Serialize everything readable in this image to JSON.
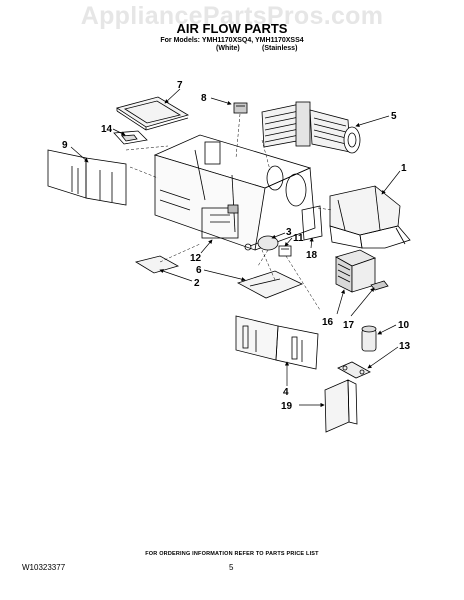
{
  "watermark": "AppliancePartsPros.com",
  "title": "AIR FLOW PARTS",
  "models": "For Models: YMH1170XSQ4, YMH1170XSS4",
  "variants": [
    "(White)",
    "(Stainless)"
  ],
  "footer_note": "FOR ORDERING INFORMATION REFER TO PARTS PRICE LIST",
  "doc_code": "W10323377",
  "page_number": "5",
  "callouts": [
    {
      "id": "c1",
      "label": "1"
    },
    {
      "id": "c2",
      "label": "2"
    },
    {
      "id": "c3",
      "label": "3"
    },
    {
      "id": "c4",
      "label": "4"
    },
    {
      "id": "c5",
      "label": "5"
    },
    {
      "id": "c6",
      "label": "6"
    },
    {
      "id": "c7",
      "label": "7"
    },
    {
      "id": "c8",
      "label": "8"
    },
    {
      "id": "c9",
      "label": "9"
    },
    {
      "id": "c10",
      "label": "10"
    },
    {
      "id": "c11",
      "label": "11"
    },
    {
      "id": "c12",
      "label": "12"
    },
    {
      "id": "c13",
      "label": "13"
    },
    {
      "id": "c14",
      "label": "14"
    },
    {
      "id": "c16",
      "label": "16"
    },
    {
      "id": "c17",
      "label": "17"
    },
    {
      "id": "c18",
      "label": "18"
    },
    {
      "id": "c19",
      "label": "19"
    }
  ]
}
